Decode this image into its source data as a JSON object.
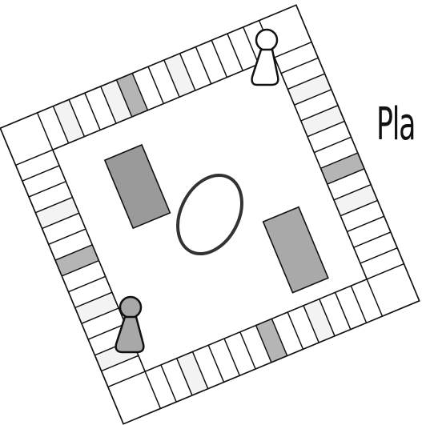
{
  "board": {
    "title_text": "Pla",
    "squares_per_side": 14,
    "highlight_squares": [
      {
        "side": "top",
        "index": 5
      },
      {
        "side": "left",
        "index": 6
      },
      {
        "side": "right",
        "index": 7
      },
      {
        "side": "bottom",
        "index": 7
      }
    ],
    "light_squares": [
      {
        "side": "top",
        "index": 1
      },
      {
        "side": "top",
        "index": 4
      },
      {
        "side": "top",
        "index": 8
      },
      {
        "side": "left",
        "index": 3
      },
      {
        "side": "left",
        "index": 9
      },
      {
        "side": "left",
        "index": 12
      },
      {
        "side": "right",
        "index": 2
      },
      {
        "side": "right",
        "index": 4
      },
      {
        "side": "right",
        "index": 9
      },
      {
        "side": "bottom",
        "index": 2
      },
      {
        "side": "bottom",
        "index": 10
      }
    ],
    "pieces": [
      {
        "name": "white-pawn",
        "color": "#ffffff"
      },
      {
        "name": "gray-pawn",
        "color": "#a8a8a8"
      }
    ],
    "colors": {
      "border": "#111111",
      "highlight": "#b5b5b5",
      "light": "#f3f3f3",
      "card": "#9a9a9a",
      "card_light": "#a9a9a9",
      "ring": "#333333"
    }
  }
}
